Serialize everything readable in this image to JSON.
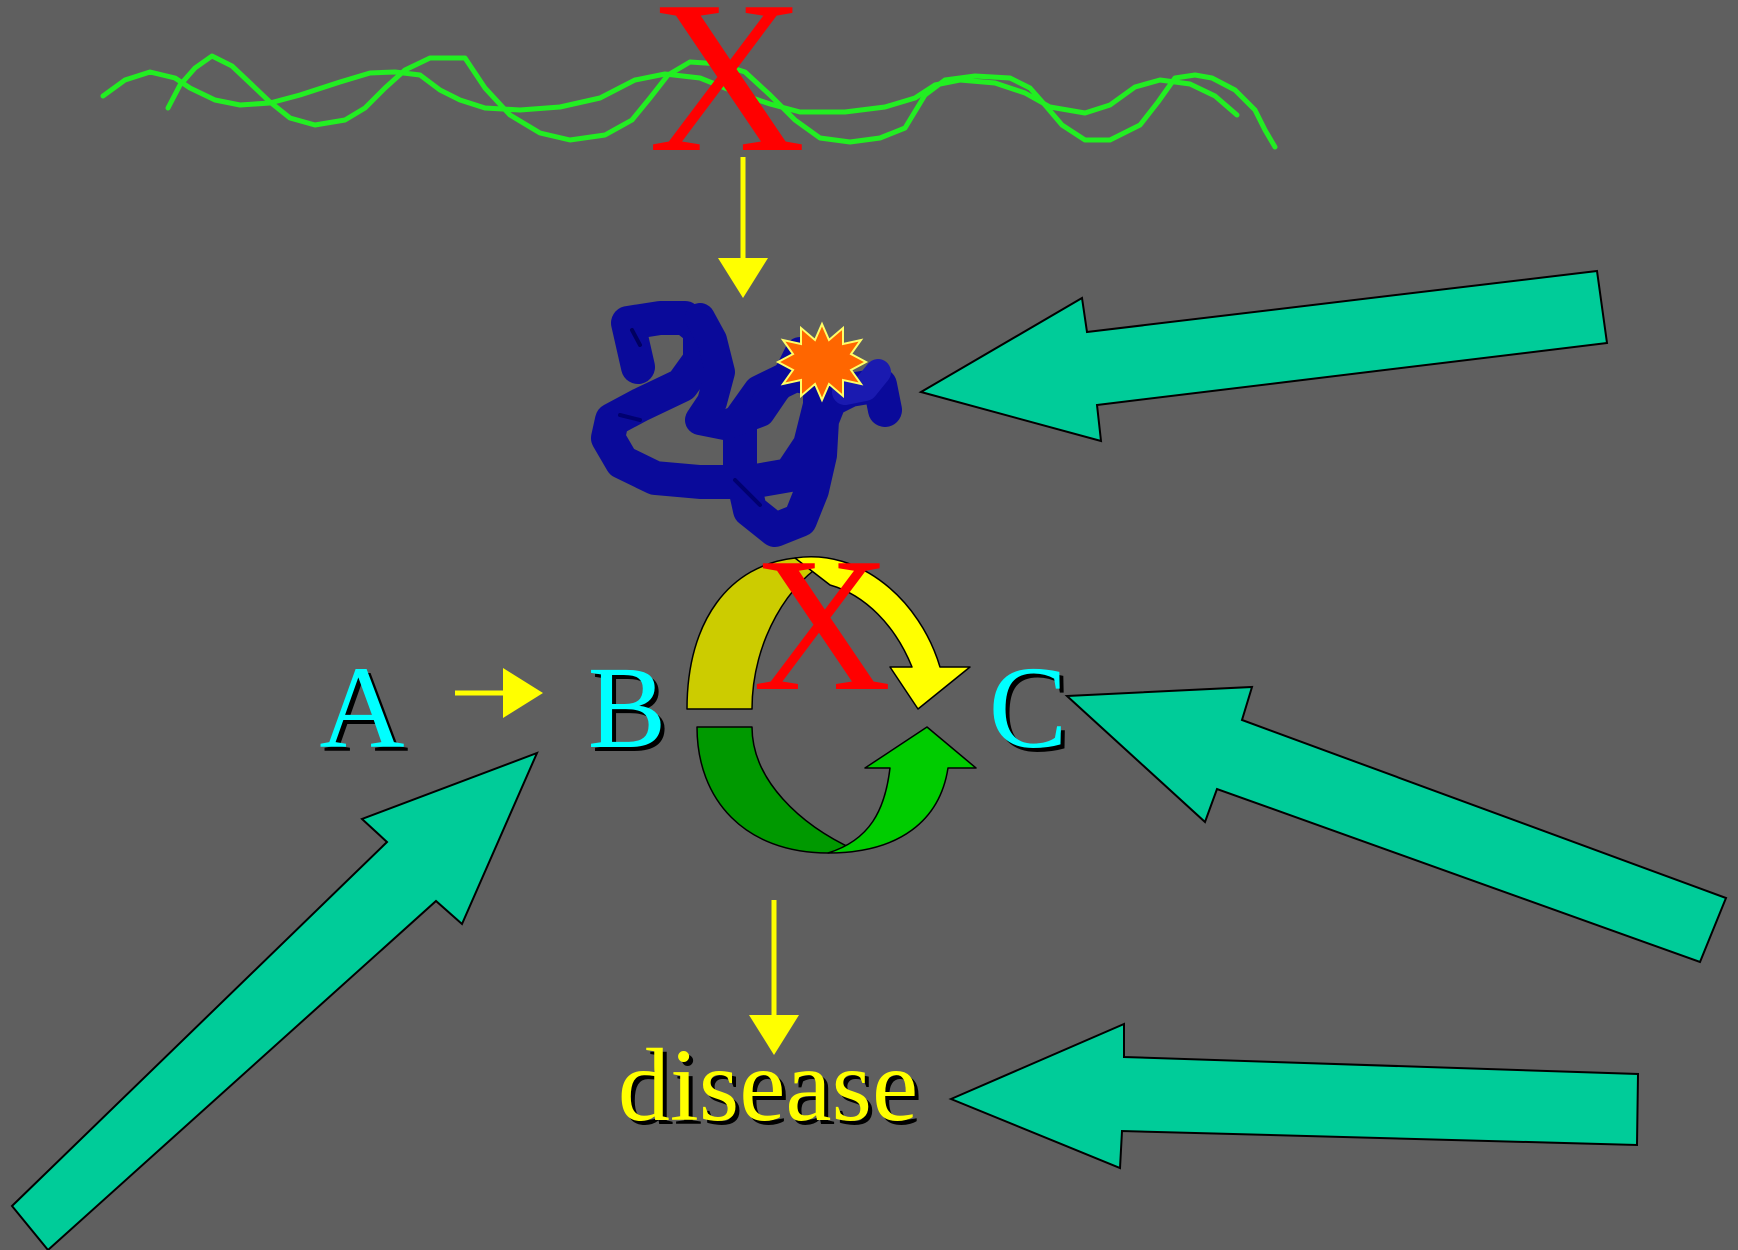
{
  "background_color": "#5f5f5f",
  "labels": {
    "a": "A",
    "b": "B",
    "c": "C",
    "disease": "disease",
    "mark_dna": "X",
    "mark_cycle": "X"
  },
  "colors": {
    "label_cyan": "#00ffff",
    "label_disease": "#ffff00",
    "mark_red": "#ff0000",
    "dna_green": "#22ee22",
    "small_arrow_yellow": "#ffff00",
    "protein_blue": "#0a0a9a",
    "star_orange": "#ff6600",
    "big_arrow_teal": "#00cc99",
    "cycle_yellow": "#ffff00",
    "cycle_olive": "#cccc00",
    "cycle_green": "#00cc00",
    "cycle_dark_green": "#009900"
  },
  "icons": [
    "dna-strand-icon",
    "protein-ribbon-icon",
    "star-burst-icon",
    "cycle-arrows-icon",
    "big-arrow-icon"
  ]
}
